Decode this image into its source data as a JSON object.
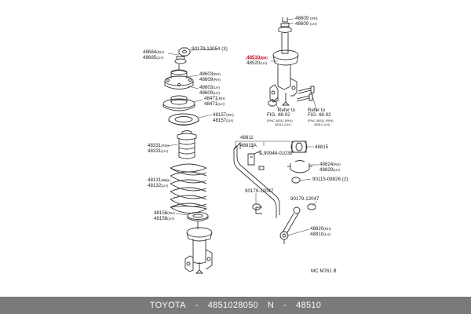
{
  "labels": {
    "p48609_top": "48609",
    "p48609_top_sub": "(RH)",
    "p48609_bot": "48609",
    "p48609_bot_sub": "(LH)",
    "p90179_10054": "90179-10054 (3)",
    "p48684": "48684",
    "p48684_sub": "(RH)",
    "p48685": "48685",
    "p48685_sub": "(LH)",
    "p48603": "48603",
    "p48603_sub": "(RH)",
    "p48609b": "48609",
    "p48609b_sub": "(RH)",
    "p48603b": "48603",
    "p48603b_sub": "(LH)",
    "p48609c": "48609",
    "p48609c_sub": "(LH)",
    "p48471": "48471",
    "p48471_sub": "(RH)",
    "p48471b": "48471",
    "p48471b_sub": "(LH)",
    "p48157": "48157",
    "p48157_sub": "(RH)",
    "p48157b": "48157",
    "p48157b_sub": "(LH)",
    "p48331": "48331",
    "p48331_sub": "(RH)",
    "p48331b": "48331",
    "p48331b_sub": "(LH)",
    "p48131": "48131",
    "p48131_sub": "(RH)",
    "p48132": "48132",
    "p48132_sub": "(LH)",
    "p48158": "48158",
    "p48158_sub": "(RH)",
    "p48158b": "48158",
    "p48158b_sub": "(LH)",
    "p48510": "48510",
    "p48510_sub": "(RH)",
    "p48520": "48520",
    "p48520_sub": "(LH)",
    "refer_a": "Refer to",
    "refer_a2": "FIG. 48-02",
    "refer_a_sub1": "(PNC 48311 (RH))",
    "refer_a_sub2": "48312 (LH)",
    "refer_b": "Refer to",
    "refer_b2": "FIG. 48-02",
    "refer_b_sub1": "(PNC 48311 (RH))",
    "refer_b_sub2": "48312 (LH)",
    "p48811": "48811",
    "p48811a": "48811A",
    "p90948": "90948-01038",
    "p48815": "48815",
    "p48824": "48824",
    "p48824_sub": "(RH)",
    "p48829": "48829",
    "p48829_sub": "(LH)",
    "p90115": "90115-08826 (2)",
    "p90179_12047a": "90179-12047",
    "p90179_12047b": "90179-12047",
    "p48820": "48820",
    "p48820_sub": "(RH)",
    "p48810": "48810",
    "p48810_sub": "(LH)",
    "mc_code": "MC M761 B"
  },
  "caption": {
    "brand": "TOYOTA",
    "sep1": "-",
    "part_number": "4851028050",
    "sep2": "N",
    "sep3": "-",
    "pnc": "48510"
  },
  "colors": {
    "line": "#333333",
    "highlight": "#c8102e",
    "caption_bg": "#7a7a7a"
  }
}
